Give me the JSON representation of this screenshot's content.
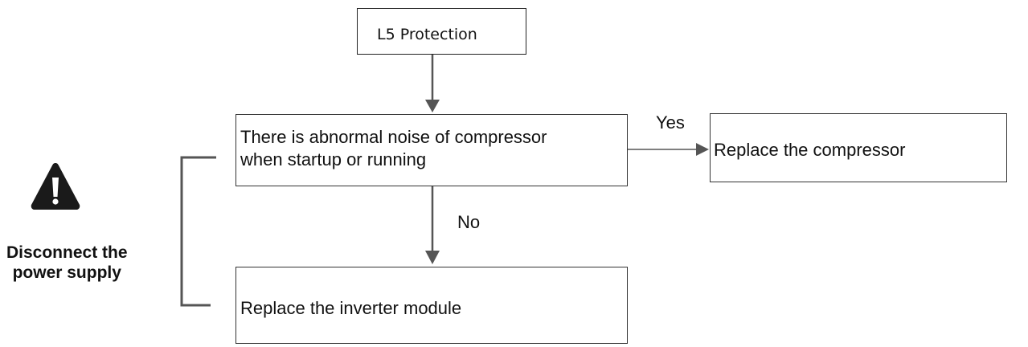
{
  "flowchart": {
    "start": {
      "text": "L5 Protection"
    },
    "question": {
      "line1": "There is abnormal noise of compressor",
      "line2": "when startup or running"
    },
    "yes_action": {
      "text": "Replace the compressor"
    },
    "no_action": {
      "text": "Replace the inverter module"
    },
    "yes_label": "Yes",
    "no_label": "No"
  },
  "warning": {
    "icon": "warning-triangle-icon",
    "line1": "Disconnect the",
    "line2": "power supply"
  },
  "colors": {
    "line": "#555555",
    "icon": "#1a1a1a"
  }
}
